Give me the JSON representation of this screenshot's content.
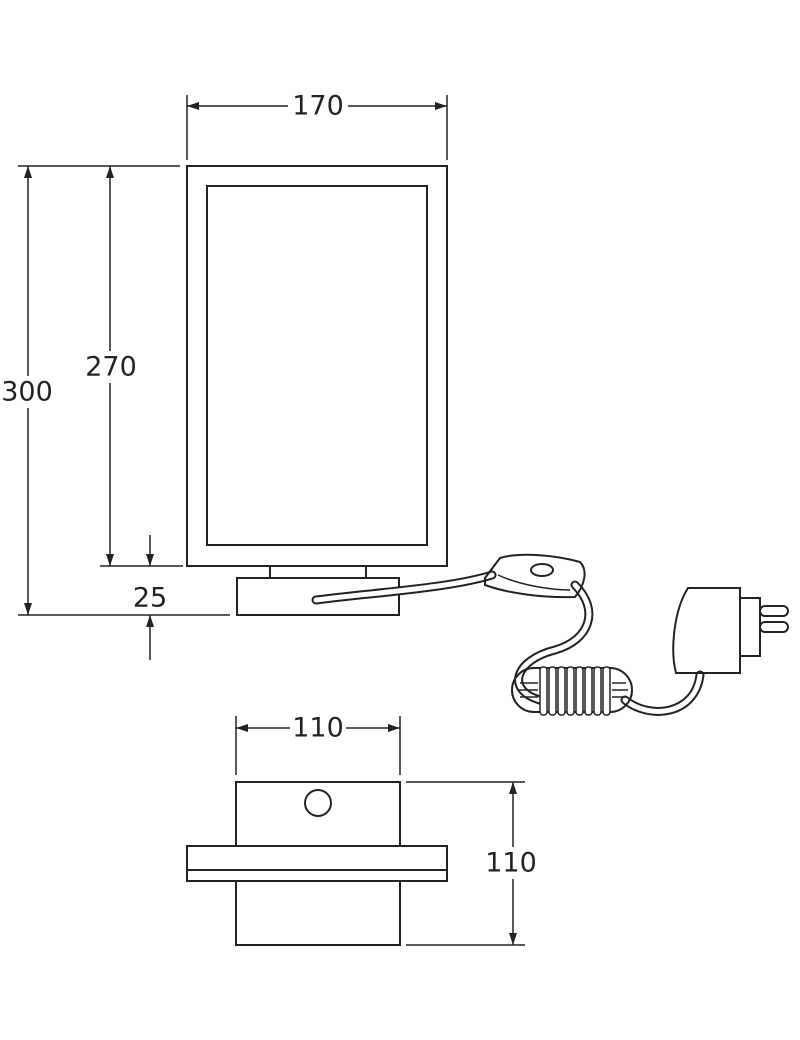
{
  "dimensions": {
    "frame_width": "170",
    "total_height": "300",
    "frame_height": "270",
    "base_height": "25",
    "base_width": "110",
    "base_depth": "110"
  },
  "colors": {
    "line": "#222222",
    "background": "#ffffff"
  }
}
